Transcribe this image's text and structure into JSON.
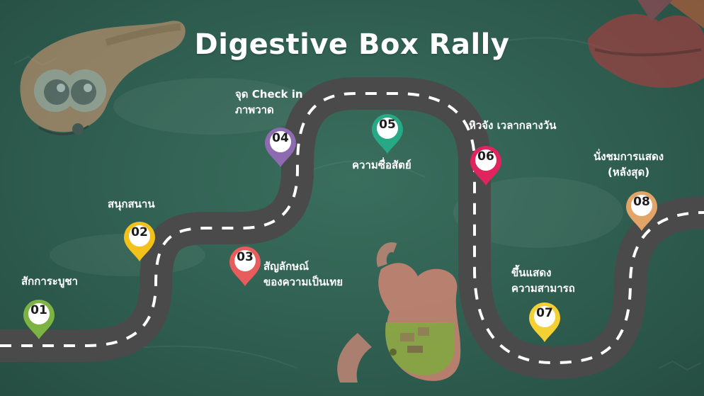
{
  "title": "Digestive Box Rally",
  "colors": {
    "background": "#2f5e50",
    "road": "#4a4a4a",
    "road_dash": "#ffffff"
  },
  "stations": [
    {
      "num": "01",
      "color": "#7cb342",
      "lines": [
        "สักการะบูชา"
      ]
    },
    {
      "num": "02",
      "color": "#f2c11a",
      "lines": [
        "สนุกสนาน"
      ]
    },
    {
      "num": "03",
      "color": "#e85c5c",
      "lines": [
        "สัญลักษณ์",
        "ของความเป็นเทย"
      ]
    },
    {
      "num": "04",
      "color": "#8e6bb0",
      "lines": [
        "จุด Check in",
        "ภาพวาด"
      ]
    },
    {
      "num": "05",
      "color": "#27a985",
      "lines": [
        "ความซื่อสัตย์"
      ]
    },
    {
      "num": "06",
      "color": "#e0245e",
      "lines": [
        "หิวจัง  เวลากลางวัน"
      ]
    },
    {
      "num": "07",
      "color": "#f3d033",
      "lines": [
        "ขึ้นแสดง",
        "ความสามารถ"
      ]
    },
    {
      "num": "08",
      "color": "#e3a468",
      "lines": [
        "นั่งชมการแสดง",
        "(หลังสุด)"
      ]
    }
  ]
}
